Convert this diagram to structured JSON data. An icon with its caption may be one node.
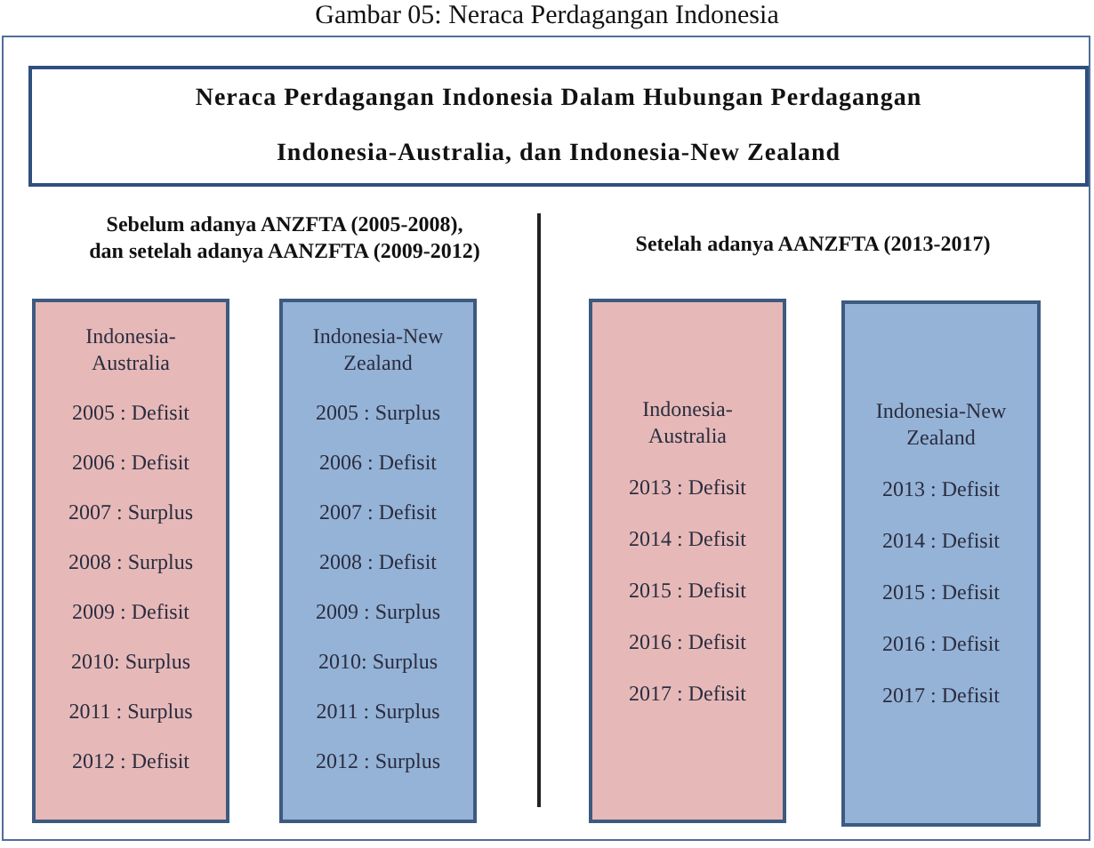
{
  "diagram": {
    "caption": "Gambar 05: Neraca Perdagangan Indonesia",
    "nodes": [
      {
        "text": [],
        "shape": "box"
      },
      {
        "text": [
          "Neraca Perdagangan Indonesia Dalam Hubungan Perdagangan Indonesia-Australia, dan Indonesia-New Zealand"
        ],
        "in": 0
      },
      {
        "text": [
          "Indonesia-Australia",
          "2005 : Defisit",
          "2006 : Defisit",
          "2007 : Surplus",
          "2008 : Surplus",
          "2009 : Defisit",
          "2010: Surplus",
          "2011 : Surplus",
          "2012 : Defisit"
        ],
        "in": 0
      },
      {
        "text": [
          "Indonesia-New Zealand",
          "2005 : Surplus",
          "2006 : Defisit",
          "2007 : Defisit",
          "2008 : Defisit",
          "2009 : Surplus",
          "2010: Surplus",
          "2011 : Surplus",
          "2012 : Surplus"
        ],
        "in": 0
      },
      {
        "text": [
          "Indonesia-Australia",
          "2013 : Defisit",
          "2014 : Defisit",
          "2015 : Defisit",
          "2016 : Defisit",
          "2017 : Defisit"
        ],
        "in": 0
      },
      {
        "text": [
          "Indonesia-New Zealand",
          "2013 : Defisit",
          "2014 : Defisit",
          "2015 : Defisit",
          "2016 : Defisit",
          "2017 : Defisit"
        ],
        "in": 0
      }
    ],
    "labels": [
      "Sebelum adanya ANZFTA (2005-2008), dan setelah adanya AANZFTA (2009-2012)",
      "Setelah adanya AANZFTA (2013-2017)"
    ]
  }
}
